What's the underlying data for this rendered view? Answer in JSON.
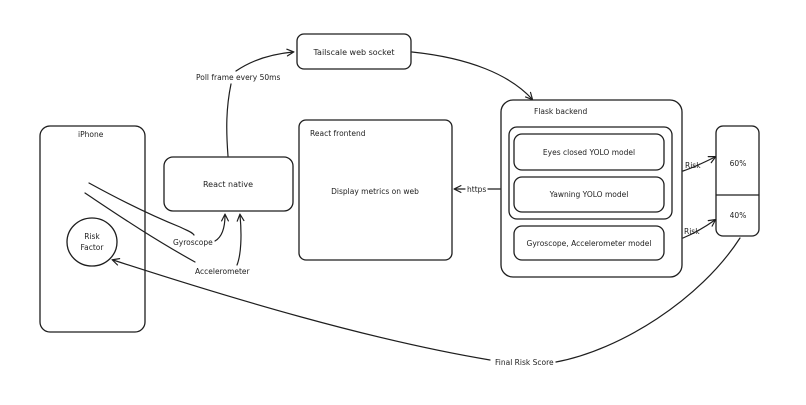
{
  "nodes": {
    "iphone": "iPhone",
    "risk_factor_line1": "Risk",
    "risk_factor_line2": "Factor",
    "react_native": "React native",
    "tailscale": "Tailscale web socket",
    "react_frontend": "React frontend",
    "display_metrics": "Display metrics on web",
    "flask_backend": "Flask backend",
    "eyes_model": "Eyes closed YOLO model",
    "yawning_model": "Yawning YOLO model",
    "gyro_model": "Gyroscope, Accelerometer model",
    "score_60": "60%",
    "score_40": "40%"
  },
  "edges": {
    "gyroscope": "Gyroscope",
    "accelerometer": "Accelerometer",
    "poll": "Poll frame every 50ms",
    "https": "https",
    "risk_top": "Risk",
    "risk_bottom": "Risk",
    "final_score": "Final Risk Score"
  }
}
